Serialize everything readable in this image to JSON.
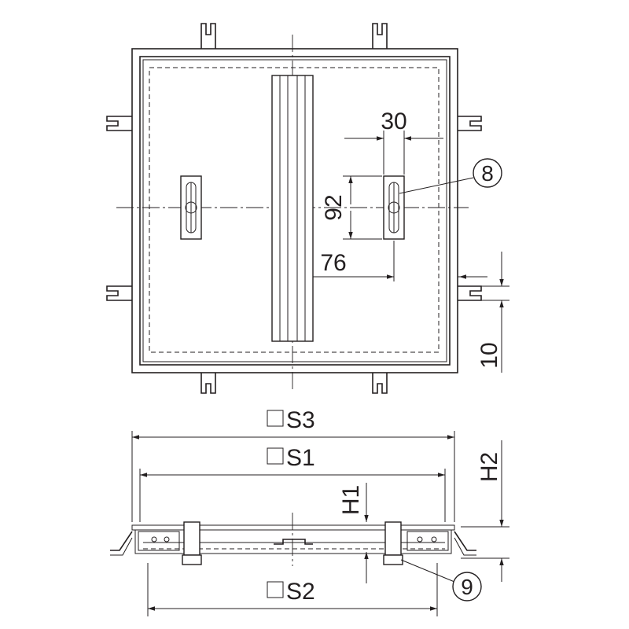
{
  "dimensions": {
    "width_30": "30",
    "height_92": "92",
    "offset_76": "76",
    "gap_10": "10",
    "size_s3": "S3",
    "size_s1": "S1",
    "size_s2": "S2",
    "height_h1": "H1",
    "height_h2": "H2"
  },
  "callouts": {
    "item_8": "8",
    "item_9": "9"
  }
}
